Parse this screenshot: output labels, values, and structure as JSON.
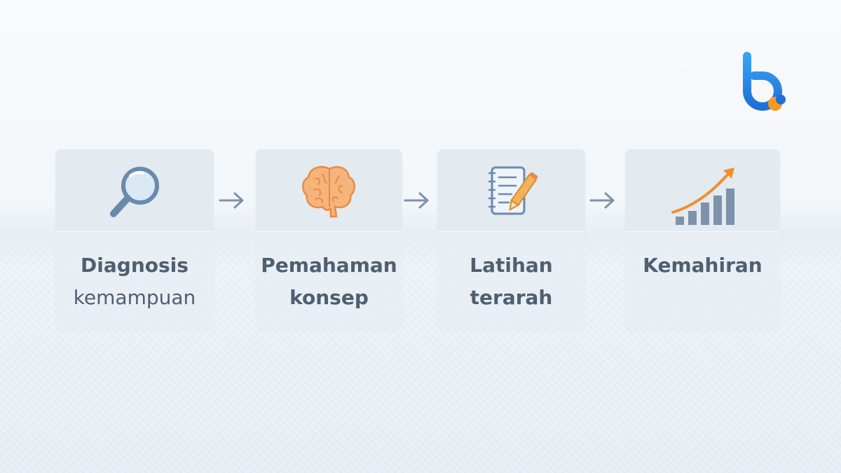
{
  "steps": [
    {
      "title": "Diagnosis",
      "subtitle": "kemampuan",
      "icon": "magnifying-glass-icon"
    },
    {
      "title": "Pemahaman",
      "subtitle": "konsep",
      "icon": "brain-icon"
    },
    {
      "title": "Latihan",
      "subtitle": "terarah",
      "icon": "notepad-pencil-icon"
    },
    {
      "title": "Kemahiran",
      "subtitle": "",
      "icon": "growth-chart-icon"
    }
  ],
  "connectors": [
    "arrow-right-icon",
    "arrow-right-icon",
    "arrow-right-icon"
  ],
  "colors": {
    "text": "#4f5f70",
    "icon_blue": "#5d7fa3",
    "brain_orange": "#f0a060",
    "arrow_orange": "#f09030",
    "logo_blue": "#2d8de8",
    "logo_orange": "#f59a1b"
  }
}
